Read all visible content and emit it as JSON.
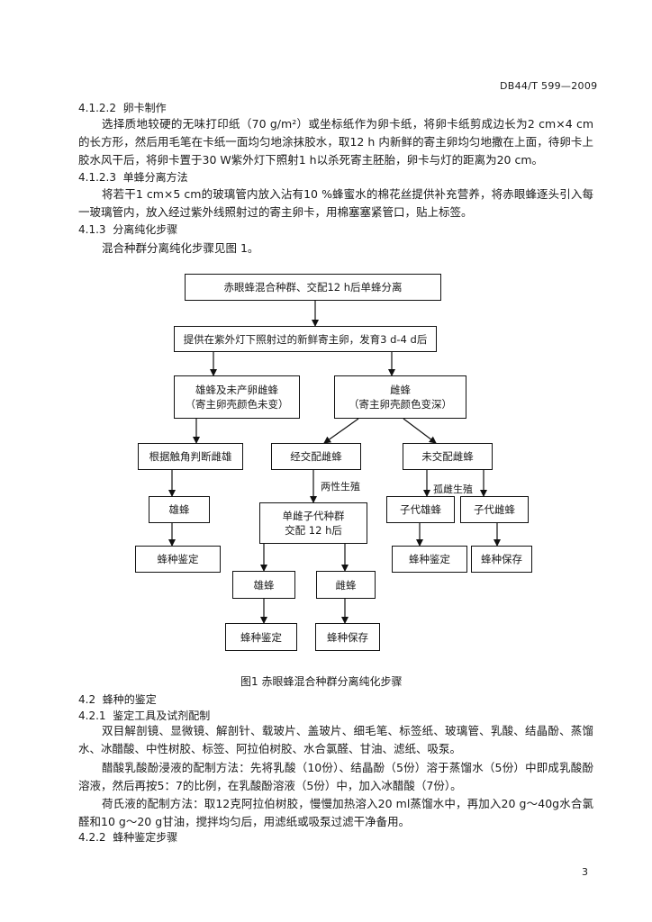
{
  "header": {
    "doc_code": "DB44/T 599—2009"
  },
  "sections": {
    "s41222": {
      "num": "4.1.2.2",
      "title": "卵卡制作"
    },
    "s41223": {
      "num": "4.1.2.3",
      "title": "单蜂分离方法"
    },
    "s4123": {
      "num": "4.1.3",
      "title": "分离纯化步骤"
    },
    "s42": {
      "num": "4.2",
      "title": "蜂种的鉴定"
    },
    "s421": {
      "num": "4.2.1",
      "title": "鉴定工具及试剂配制"
    },
    "s422": {
      "num": "4.2.2",
      "title": "蜂种鉴定步骤"
    }
  },
  "paragraphs": {
    "egg_card": "选择质地较硬的无味打印纸（70 g/m²）或坐标纸作为卵卡纸，将卵卡纸剪成边长为2 cm×4 cm的长方形，然后用毛笔在卡纸一面均匀地涂抹胶水，取12 h 内新鲜的寄主卵均匀地撒在上面，待卵卡上胶水风干后，将卵卡置于30 W紫外灯下照射1 h以杀死寄主胚胎，卵卡与灯的距离为20 cm。",
    "single_sep": "将若干1 cm×5 cm的玻璃管内放入沾有10 %蜂蜜水的棉花丝提供补充营养，将赤眼蜂逐头引入每一玻璃管内，放入经过紫外线照射过的寄主卵卡，用棉塞塞紧管口，贴上标签。",
    "purify_ref": "混合种群分离纯化步骤见图 1。",
    "tools": "双目解剖镜、显微镜、解剖针、载玻片、盖玻片、细毛笔、标签纸、玻璃管、乳酸、结晶酚、蒸馏水、冰醋酸、中性树胶、标签、阿拉伯树胶、水合氯醛、甘油、滤纸、吸泵。",
    "lactophenol": "醋酸乳酸酚浸液的配制方法：先将乳酸（10份）、结晶酚（5份）溶于蒸馏水（5份）中即成乳酸酚溶液，然后再按5：7的比例，在乳酸酚溶液（5份）中，加入冰醋酸（7份）。",
    "hoyer": "荷氏液的配制方法：取12克阿拉伯树胶，慢慢加热溶入20 ml蒸馏水中，再加入20 g～40g水合氯醛和10 g～20 g甘油，搅拌均匀后，用滤纸或吸泵过滤干净备用。"
  },
  "flowchart": {
    "b1": "赤眼蜂混合种群、交配12 h后单蜂分离",
    "b2": "提供在紫外灯下照射过的新鲜寄主卵，发育3 d-4 d后",
    "b3_l1": "雄蜂及未产卵雌蜂",
    "b3_l2": "（寄主卵壳颜色未变）",
    "b4_l1": "雌蜂",
    "b4_l2": "（寄主卵壳颜色变深）",
    "b5": "根据触角判断雌雄",
    "b6": "经交配雌蜂",
    "b7": "未交配雌蜂",
    "b8": "雄蜂",
    "b9_l1": "单雌子代种群",
    "b9_l2": "交配 12 h后",
    "b10": "子代雄蜂",
    "b11": "子代雌蜂",
    "b12": "蜂种鉴定",
    "b13": "蜂种鉴定",
    "b14": "蜂种保存",
    "b15": "雄蜂",
    "b16": "雌蜂",
    "b17": "蜂种鉴定",
    "b18": "蜂种保存",
    "edge_sexual": "两性生殖",
    "edge_parth": "孤雌生殖"
  },
  "figure": {
    "caption": "图1   赤眼蜂混合种群分离纯化步骤"
  },
  "footer": {
    "page_number": "3"
  }
}
